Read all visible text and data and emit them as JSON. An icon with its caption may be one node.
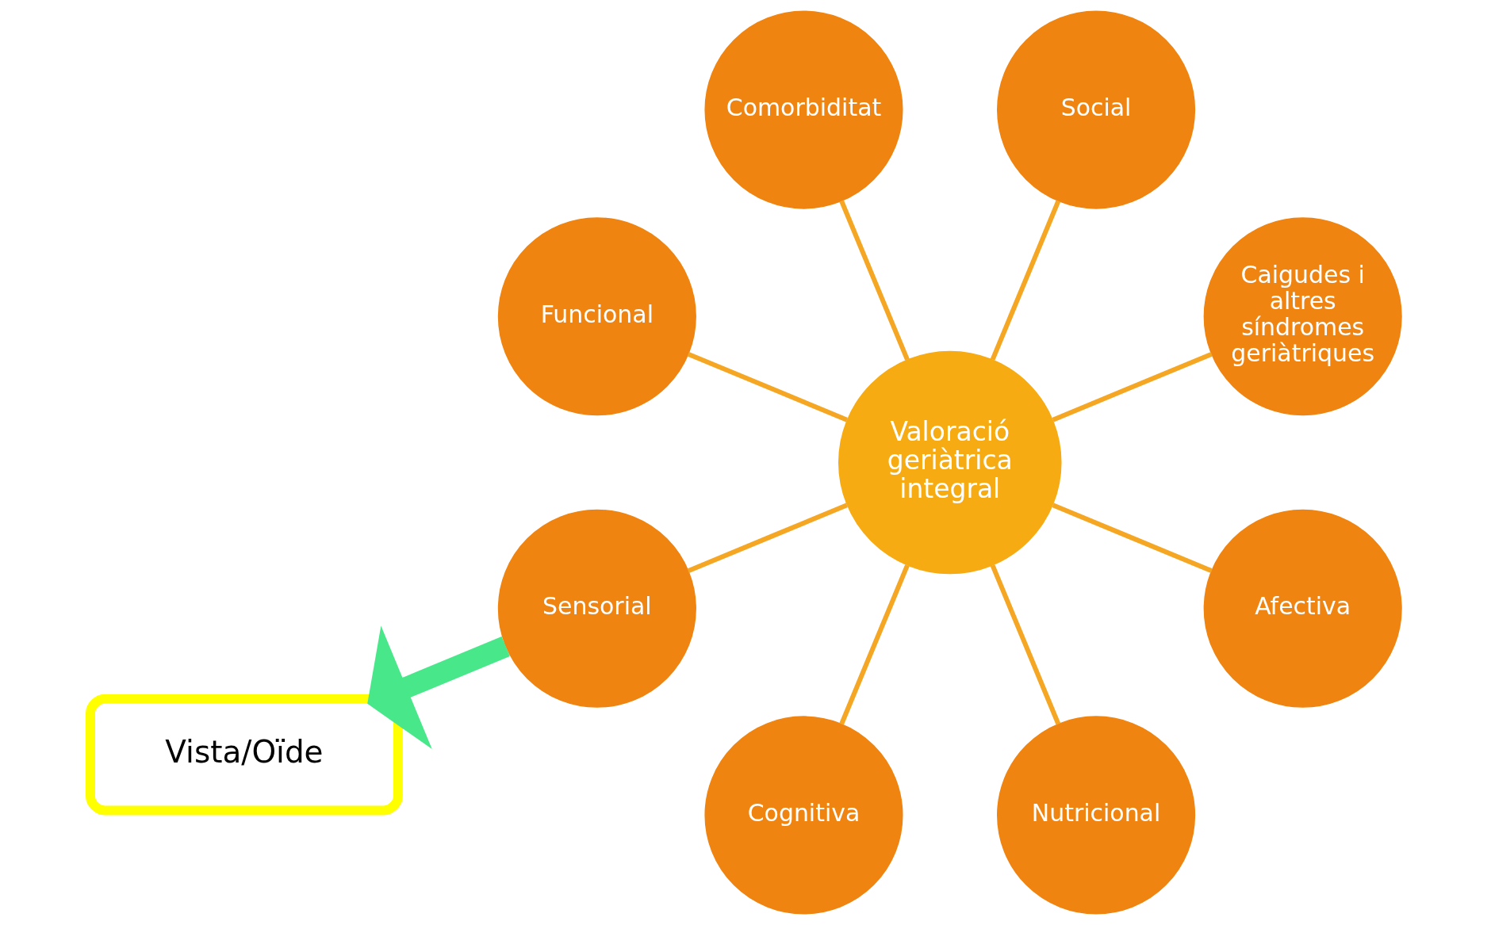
{
  "diagram": {
    "nodes": [
      {
        "text": [
          "Caigudes i altres síndromes geriàtriques"
        ]
      },
      {
        "text": [
          "Social"
        ]
      },
      {
        "text": [
          "Comorbiditat"
        ]
      },
      {
        "text": [
          "Valoració geriàtrica integral"
        ]
      },
      {
        "text": [
          "Funcional"
        ]
      },
      {
        "text": [
          "Sensorial"
        ]
      },
      {
        "text": [
          "Vista/Oïde"
        ]
      },
      {
        "text": [
          "Cognitiva"
        ]
      },
      {
        "text": [
          "Nutricional"
        ]
      },
      {
        "text": [
          "Afectiva"
        ]
      }
    ],
    "edges": [
      {
        "from": 3,
        "to": 0,
        "arrow": "none"
      },
      {
        "from": 3,
        "to": 2,
        "arrow": "none"
      },
      {
        "from": 3,
        "to": 5,
        "arrow": "none"
      },
      {
        "from": 3,
        "to": 8,
        "arrow": "none"
      },
      {
        "from": 3,
        "to": 9,
        "arrow": "none"
      },
      {
        "from": 3,
        "to": 7,
        "arrow": "none"
      },
      {
        "from": 3,
        "to": 4,
        "arrow": "none"
      },
      {
        "from": 3,
        "to": 1,
        "arrow": "none"
      },
      {
        "from": 5,
        "to": 6,
        "arrow": "to",
        "style": "thick",
        "color": "#48e88a"
      }
    ]
  }
}
